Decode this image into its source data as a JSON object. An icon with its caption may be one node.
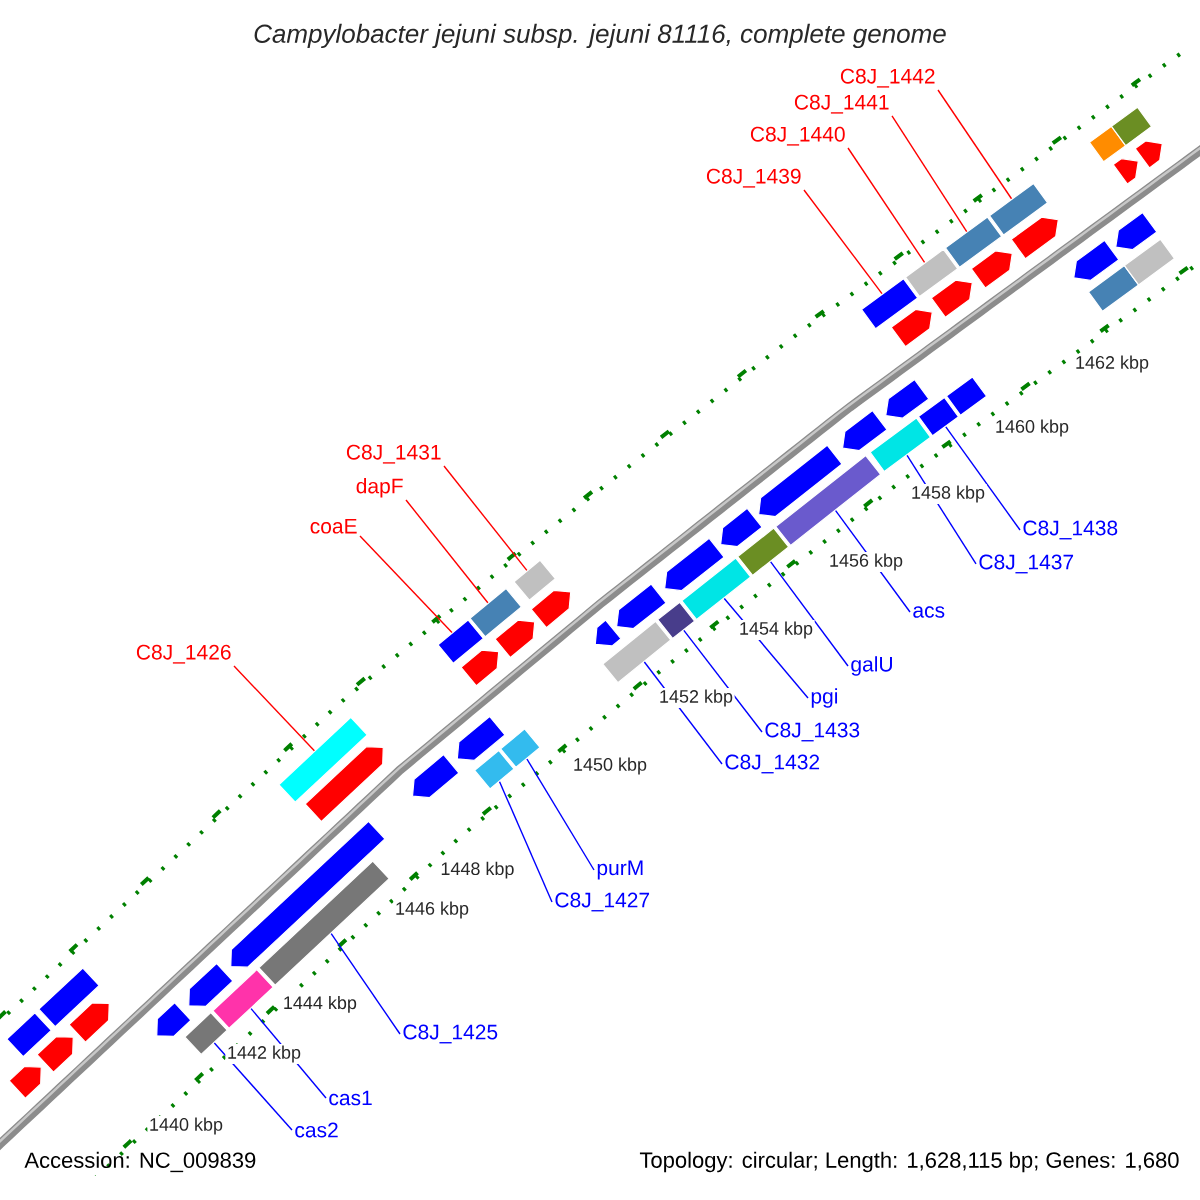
{
  "diagram": {
    "title": "Campylobacter jejuni subsp. jejuni 81116, complete genome",
    "nodes": [
      {
        "text": [
          "C8J_1442"
        ]
      },
      {
        "text": [
          "C8J_1441"
        ]
      },
      {
        "text": [
          "C8J_1440"
        ]
      },
      {
        "text": [
          "C8J_1439"
        ]
      },
      {
        "text": [
          "C8J_1431"
        ]
      },
      {
        "text": [
          "dapF"
        ]
      },
      {
        "text": [
          "coaE"
        ]
      },
      {
        "text": [
          "C8J_1426"
        ]
      },
      {
        "text": [
          "C8J_1438"
        ]
      },
      {
        "text": [
          "C8J_1437"
        ]
      },
      {
        "text": [
          "acs"
        ]
      },
      {
        "text": [
          "galU"
        ]
      },
      {
        "text": [
          "pgi"
        ]
      },
      {
        "text": [
          "C8J_1433"
        ]
      },
      {
        "text": [
          "C8J_1432"
        ]
      },
      {
        "text": [
          "purM"
        ]
      },
      {
        "text": [
          "C8J_1427"
        ]
      },
      {
        "text": [
          "C8J_1425"
        ]
      },
      {
        "text": [
          "cas1"
        ]
      },
      {
        "text": [
          "cas2"
        ]
      },
      {
        "text": [],
        "shape": "pentagon"
      },
      {
        "text": [],
        "shape": "box"
      },
      {
        "text": [],
        "shape": "pentagon"
      },
      {
        "text": [],
        "shape": "pentagon"
      },
      {
        "text": [],
        "shape": "box"
      },
      {
        "text": [],
        "shape": "pentagon"
      },
      {
        "text": [],
        "shape": "box"
      },
      {
        "text": [],
        "shape": "pentagon"
      },
      {
        "text": [],
        "shape": "box"
      },
      {
        "text": [],
        "shape": "pentagon"
      },
      {
        "text": [],
        "shape": "box"
      },
      {
        "text": [],
        "shape": "pentagon"
      },
      {
        "text": [],
        "shape": "box"
      },
      {
        "text": [],
        "shape": "pentagon"
      },
      {
        "text": [],
        "shape": "pentagon"
      },
      {
        "text": [],
        "shape": "box"
      },
      {
        "text": [],
        "shape": "box"
      },
      {
        "text": [],
        "shape": "pentagon"
      },
      {
        "text": [],
        "shape": "box"
      },
      {
        "text": [],
        "shape": "pentagon"
      },
      {
        "text": [],
        "shape": "box"
      },
      {
        "text": [],
        "shape": "pentagon"
      },
      {
        "text": [],
        "shape": "box"
      },
      {
        "text": [],
        "shape": "box"
      },
      {
        "text": [],
        "shape": "pentagon"
      },
      {
        "text": [],
        "shape": "pentagon"
      },
      {
        "text": [],
        "shape": "box"
      },
      {
        "text": [],
        "shape": "pentagon"
      },
      {
        "text": [],
        "shape": "box"
      },
      {
        "text": [],
        "shape": "pentagon"
      },
      {
        "text": [],
        "shape": "box"
      },
      {
        "text": [],
        "shape": "pentagon"
      },
      {
        "text": [],
        "shape": "box"
      },
      {
        "text": [],
        "shape": "pentagon"
      },
      {
        "text": [],
        "shape": "box"
      },
      {
        "text": [],
        "shape": "pentagon"
      },
      {
        "text": [],
        "shape": "box"
      },
      {
        "text": [],
        "shape": "box"
      },
      {
        "text": [],
        "shape": "pentagon"
      },
      {
        "text": [],
        "shape": "box"
      },
      {
        "text": [],
        "shape": "box"
      },
      {
        "text": [],
        "shape": "pentagon"
      },
      {
        "text": [],
        "shape": "box"
      },
      {
        "text": [],
        "shape": "pentagon"
      },
      {
        "text": [],
        "shape": "pentagon"
      },
      {
        "text": [],
        "shape": "box"
      },
      {
        "text": [],
        "shape": "box"
      },
      {
        "text": [],
        "shape": "pentagon"
      },
      {
        "text": [],
        "shape": "box"
      },
      {
        "text": [],
        "shape": "pentagon"
      },
      {
        "text": [],
        "shape": "pentagon"
      },
      {
        "text": [],
        "shape": "box"
      },
      {
        "text": [],
        "shape": "pentagon"
      },
      {
        "text": [],
        "shape": "box"
      }
    ],
    "edges": [
      {
        "from": 0,
        "to": 65,
        "arrow": "none",
        "color": "#ff0000"
      },
      {
        "from": 1,
        "to": 62,
        "arrow": "none",
        "color": "#ff0000"
      },
      {
        "from": 2,
        "to": 60,
        "arrow": "none",
        "color": "#ff0000"
      },
      {
        "from": 3,
        "to": 57,
        "arrow": "none",
        "color": "#ff0000"
      },
      {
        "from": 4,
        "to": 42,
        "arrow": "none",
        "color": "#ff0000"
      },
      {
        "from": 5,
        "to": 40,
        "arrow": "none",
        "color": "#ff0000"
      },
      {
        "from": 6,
        "to": 38,
        "arrow": "none",
        "color": "#ff0000"
      },
      {
        "from": 7,
        "to": 32,
        "arrow": "none",
        "color": "#ff0000"
      },
      {
        "from": 8,
        "to": 56,
        "arrow": "none"
      },
      {
        "from": 9,
        "to": 54,
        "arrow": "none"
      },
      {
        "from": 10,
        "to": 52,
        "arrow": "none"
      },
      {
        "from": 11,
        "to": 50,
        "arrow": "none"
      },
      {
        "from": 12,
        "to": 48,
        "arrow": "none"
      },
      {
        "from": 13,
        "to": 46,
        "arrow": "none"
      },
      {
        "from": 14,
        "to": 43,
        "arrow": "none"
      },
      {
        "from": 15,
        "to": 36,
        "arrow": "none"
      },
      {
        "from": 16,
        "to": 35,
        "arrow": "none"
      },
      {
        "from": 17,
        "to": 30,
        "arrow": "none"
      },
      {
        "from": 18,
        "to": 28,
        "arrow": "none"
      },
      {
        "from": 19,
        "to": 26,
        "arrow": "none"
      }
    ],
    "labels": [
      "1462 kbp",
      "1460 kbp",
      "1458 kbp",
      "1456 kbp",
      "1454 kbp",
      "1452 kbp",
      "1450 kbp",
      "1448 kbp",
      "1446 kbp",
      "1444 kbp",
      "1442 kbp",
      "1440 kbp",
      "Accession: NC_009839",
      "Topology: circular; Length: 1,628,115 bp; Genes: 1,680"
    ]
  }
}
